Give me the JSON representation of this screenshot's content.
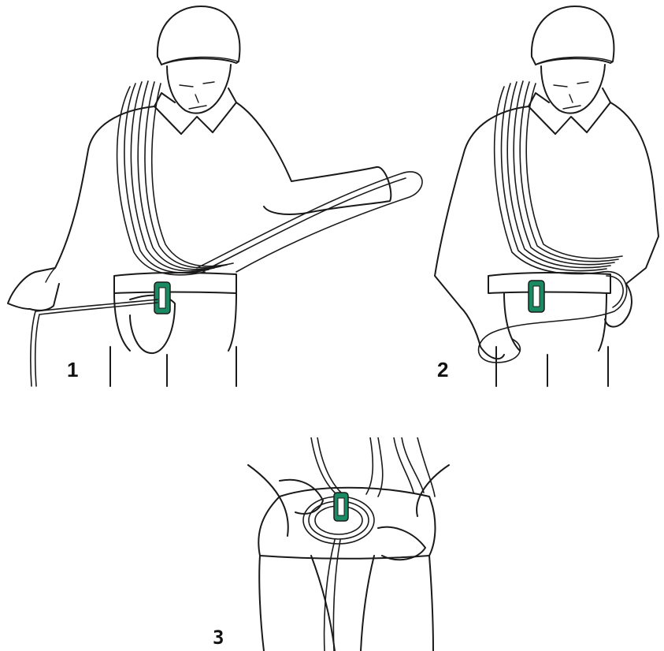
{
  "figure": {
    "steps": [
      {
        "label": "1"
      },
      {
        "label": "2"
      },
      {
        "label": "3"
      }
    ]
  },
  "colors": {
    "accent": "#1a8a63",
    "ink": "#1a1a1a",
    "background": "#ffffff"
  }
}
